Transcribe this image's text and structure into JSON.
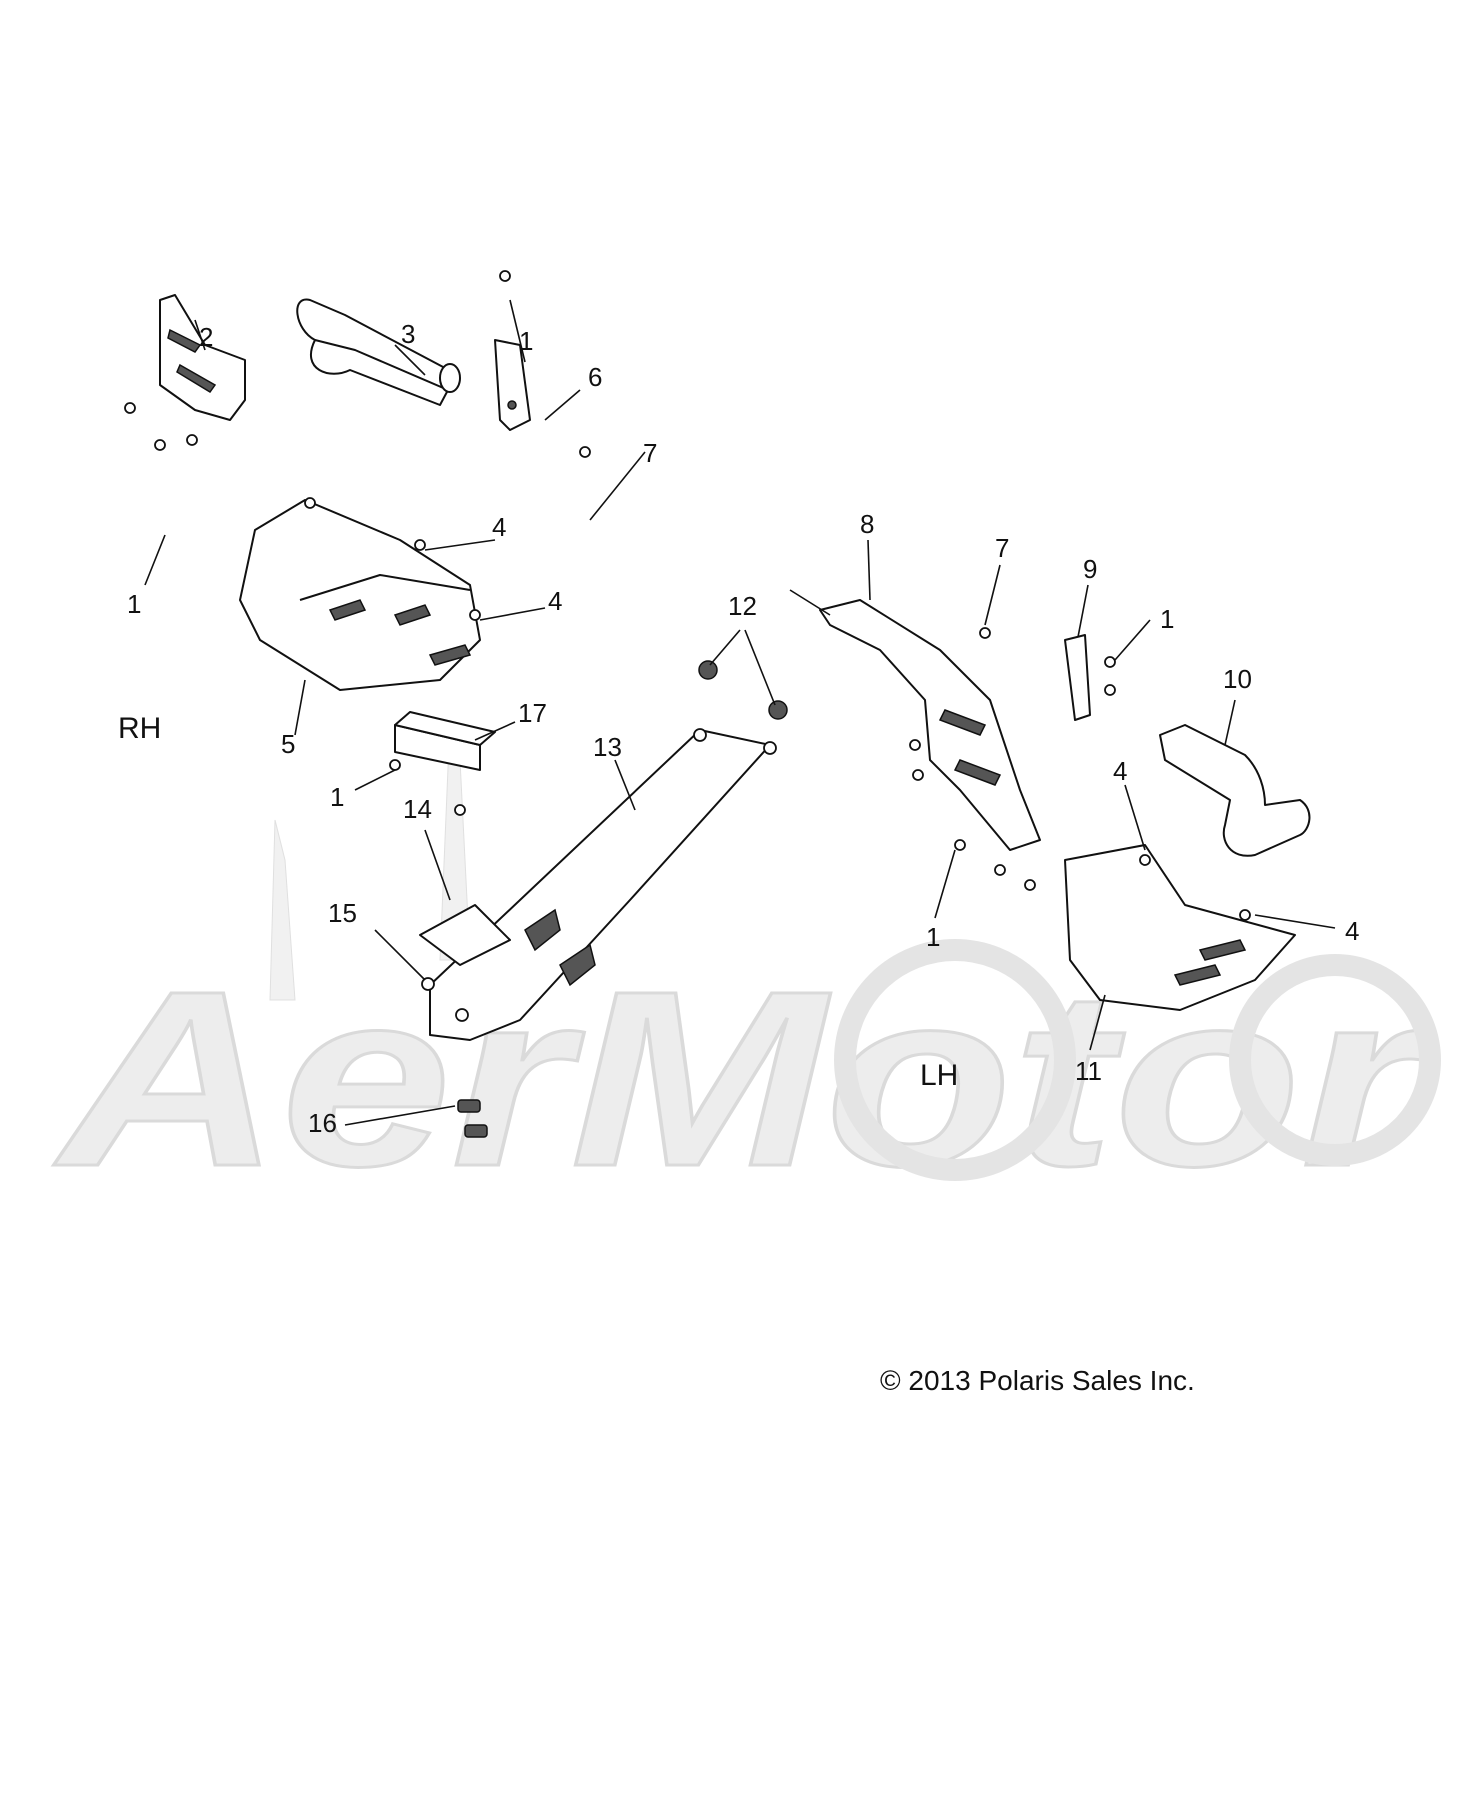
{
  "diagram": {
    "side_labels": {
      "right": "RH",
      "left": "LH"
    },
    "copyright": "© 2013 Polaris Sales Inc.",
    "watermark_text": "AerMotor",
    "callouts": [
      {
        "id": "c2",
        "text": "2"
      },
      {
        "id": "c3",
        "text": "3"
      },
      {
        "id": "c1a",
        "text": "1"
      },
      {
        "id": "c6",
        "text": "6"
      },
      {
        "id": "c7a",
        "text": "7"
      },
      {
        "id": "c1b",
        "text": "1"
      },
      {
        "id": "c4a",
        "text": "4"
      },
      {
        "id": "c4b",
        "text": "4"
      },
      {
        "id": "c5",
        "text": "5"
      },
      {
        "id": "c17",
        "text": "17"
      },
      {
        "id": "c1c",
        "text": "1"
      },
      {
        "id": "c12",
        "text": "12"
      },
      {
        "id": "c13",
        "text": "13"
      },
      {
        "id": "c14",
        "text": "14"
      },
      {
        "id": "c15",
        "text": "15"
      },
      {
        "id": "c16",
        "text": "16"
      },
      {
        "id": "c8",
        "text": "8"
      },
      {
        "id": "c7b",
        "text": "7"
      },
      {
        "id": "c9",
        "text": "9"
      },
      {
        "id": "c1d",
        "text": "1"
      },
      {
        "id": "c10",
        "text": "10"
      },
      {
        "id": "c4c",
        "text": "4"
      },
      {
        "id": "c1e",
        "text": "1"
      },
      {
        "id": "c4d",
        "text": "4"
      },
      {
        "id": "c11",
        "text": "11"
      }
    ]
  }
}
